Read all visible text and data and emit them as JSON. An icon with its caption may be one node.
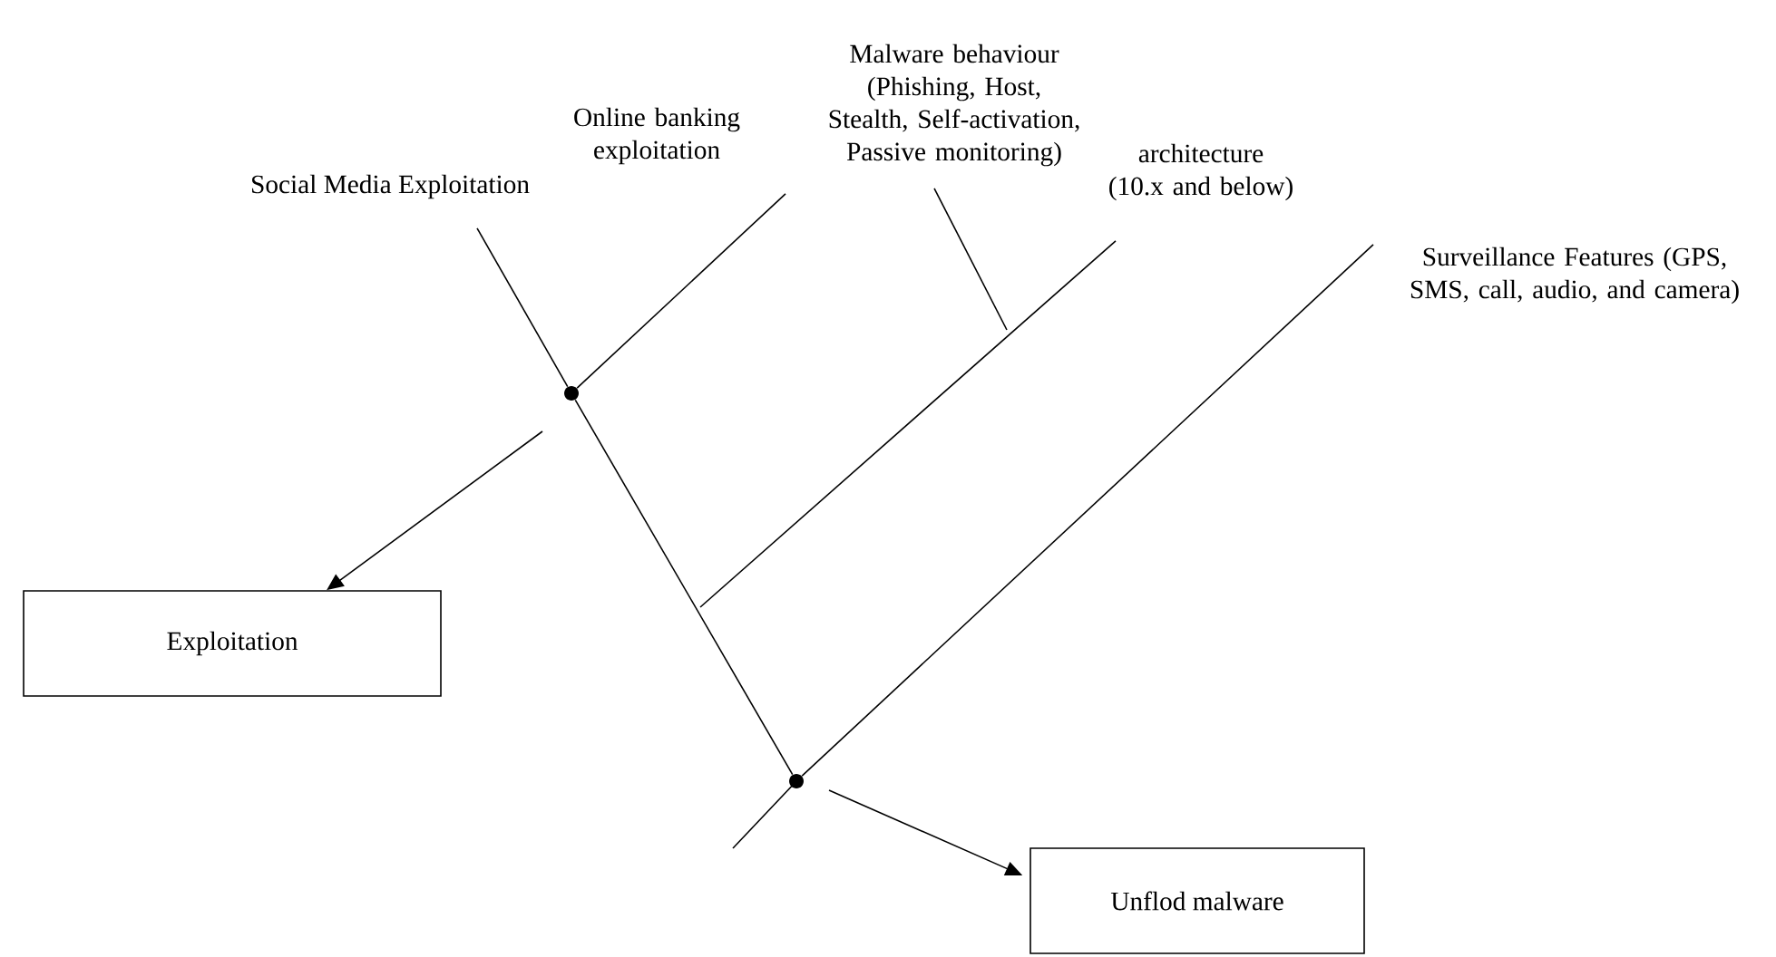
{
  "diagram": {
    "nodes": [
      {
        "text": [
          "Social Media Exploitation"
        ]
      },
      {
        "text": [
          "Online banking exploitation"
        ]
      },
      {
        "text": [
          "Malware behaviour (Phishing, Host, Stealth, Self-activation, Passive monitoring)"
        ]
      },
      {
        "text": [
          "architecture (10.x and below)"
        ]
      },
      {
        "text": [
          "Surveillance Features (GPS, SMS, call, audio, and camera)"
        ]
      },
      {
        "text": [
          "Exploitation"
        ]
      },
      {
        "text": [
          "Unflod malware"
        ]
      },
      {
        "text": [],
        "shape": "circle"
      },
      {
        "text": [],
        "shape": "circle"
      }
    ],
    "edges": [
      {
        "from": 0,
        "to": 7,
        "arrow": "none"
      },
      {
        "from": 7,
        "to": 8,
        "arrow": "none"
      },
      {
        "from": 1,
        "to": 7,
        "arrow": "none"
      },
      {
        "from": 3,
        "to": null,
        "arrow": "none"
      },
      {
        "from": 2,
        "to": null,
        "arrow": "none"
      },
      {
        "from": 4,
        "to": 8,
        "arrow": "none"
      },
      {
        "from": null,
        "to": 5,
        "arrow": "to"
      },
      {
        "from": null,
        "to": 6,
        "arrow": "to"
      }
    ]
  }
}
